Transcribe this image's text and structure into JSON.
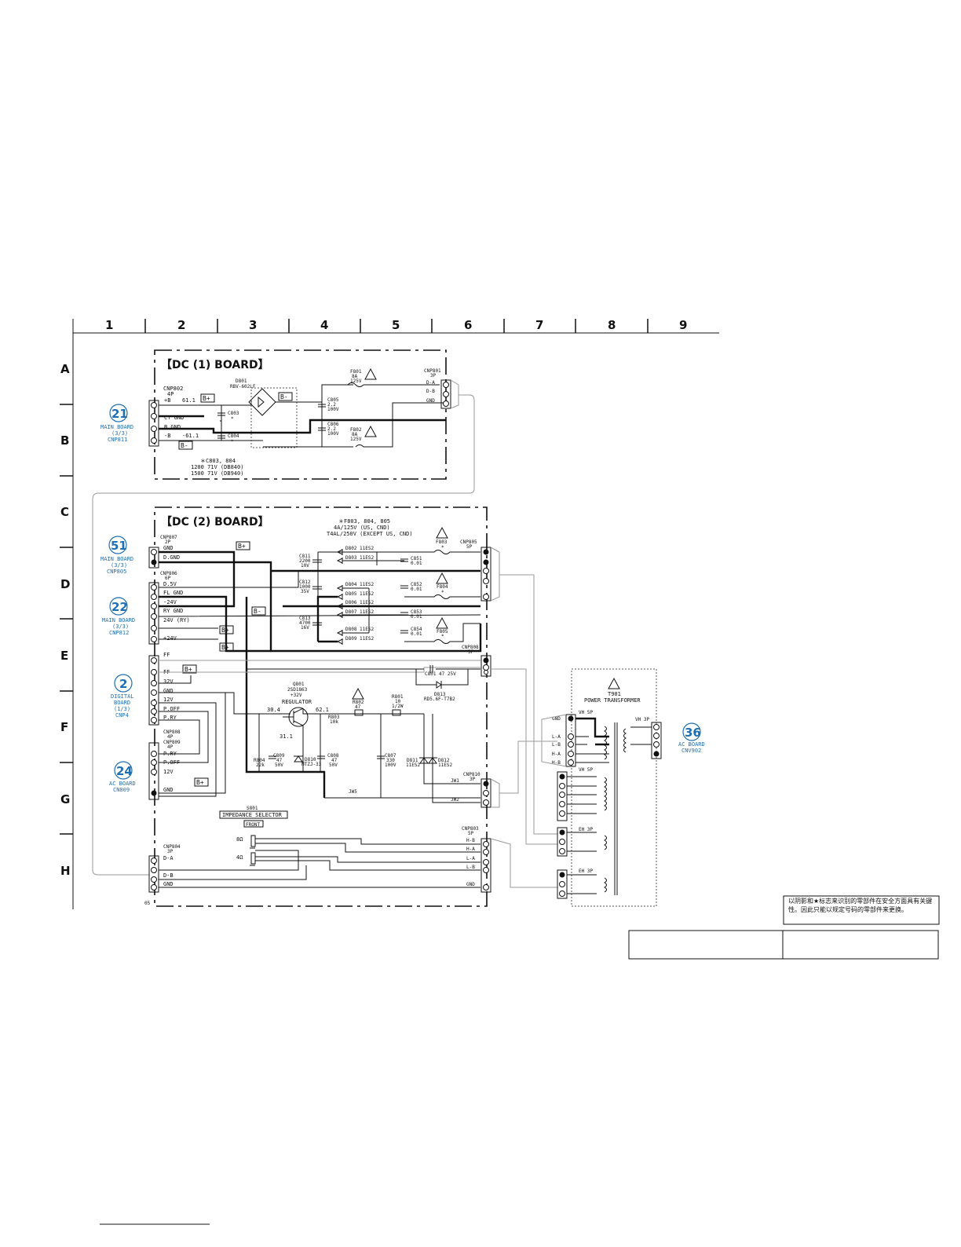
{
  "grid": {
    "columns": [
      "1",
      "2",
      "3",
      "4",
      "5",
      "6",
      "7",
      "8",
      "9"
    ],
    "rows": [
      "A",
      "B",
      "C",
      "D",
      "E",
      "F",
      "G",
      "H"
    ]
  },
  "dc1": {
    "title": "【DC (1) BOARD】",
    "cnp802": "CNP802",
    "cnp802_pins": "4P",
    "pins": [
      "+B",
      "B GND",
      "CT GND",
      "-B"
    ],
    "volt_pos": "61.1",
    "volt_neg": "-61.1",
    "bplus": "B+",
    "bminus": "B-",
    "d801": "D801",
    "d801_part": "RBV-602LF",
    "c803": "C803",
    "c804": "C804",
    "star": "*",
    "c805": "C805",
    "c805_val1": "2.2",
    "c805_val2": "100V",
    "c806": "C806",
    "c806_val1": "2.2",
    "c806_val2": "100V",
    "f801": "F801",
    "f801_v1": "8A",
    "f801_v2": "125V",
    "f802": "F802",
    "f802_v1": "8A",
    "f802_v2": "125V",
    "cnp801": "CNP801",
    "cnp801_pins": "3P",
    "cnp801_labels": [
      "D-A",
      "D-B",
      "GND"
    ],
    "note1": "＊C803, 804",
    "note2": "1200 71V (DB840)",
    "note3": "1500 71V (DB940)"
  },
  "refs": {
    "r21": {
      "num": "21",
      "l1": "MAIN BOARD",
      "l2": "(3/3)",
      "l3": "CNP811"
    },
    "r51": {
      "num": "51",
      "l1": "MAIN BOARD",
      "l2": "(3/3)",
      "l3": "CNP805"
    },
    "r22": {
      "num": "22",
      "l1": "MAIN BOARD",
      "l2": "(3/3)",
      "l3": "CNP812"
    },
    "r2": {
      "num": "2",
      "l1": "DIGITAL",
      "l2": "BOARD",
      "l3": "(1/3)",
      "l4": "CNP4"
    },
    "r24": {
      "num": "24",
      "l1": "AC BOARD",
      "l2": "CN809"
    },
    "r36": {
      "num": "36",
      "l1": "AC BOARD",
      "l2": "CNV902"
    }
  },
  "dc2": {
    "title": "【DC (2) BOARD】",
    "fuse_note1": "＊F803, 804, 805",
    "fuse_note2": "4A/125V (US, CND)",
    "fuse_note3": "T4AL/250V (EXCEPT US, CND)",
    "cnp807": "CNP807",
    "cnp807_pins": "2P",
    "cnp807_labels": [
      "GND",
      "D.GND"
    ],
    "cnp806": "CNP806",
    "cnp806_pins": "6P",
    "cnp806_labels": [
      "D.5V",
      "FL GND",
      "-24V",
      "RY GND",
      "24V (RY)",
      "+24V"
    ],
    "bplus": "B+",
    "bminus": "B-",
    "c811": "C811",
    "c811_v1": "2200",
    "c811_v2": "10V",
    "c812": "C812",
    "c812_v1": "1000",
    "c812_v2": "35V",
    "c813": "C813",
    "c813_v1": "4700",
    "c813_v2": "16V",
    "diodes": [
      "D802 11ES2",
      "D803 11ES2",
      "D804 11ES2",
      "D805 11ES2",
      "D806 11ES2",
      "D807 11ES2",
      "D808 11ES2",
      "D809 11ES2"
    ],
    "c851": "C851",
    "c851_v": "0.01",
    "c852": "C852",
    "c852_v": "0.01",
    "c853": "C853",
    "c853_v": "0.01",
    "c854": "C854",
    "c854_v": "0.01",
    "f803": "F803",
    "f804": "F804",
    "f805": "F805",
    "cnp805": "CNP805",
    "cnp805_pins": "5P",
    "cnp808": "CNP808",
    "cnp808_pins": "3P",
    "cnp4_labels": [
      "FF",
      "FF",
      "32V",
      "GND",
      "12V",
      "P.OFF",
      "P.RY"
    ],
    "c801": "C801 47 25V",
    "d813": "D813",
    "d813_part": "RD5.6F-T7B2",
    "q801": "Q801",
    "q801_part": "2SD1863",
    "q801_v": "+32V",
    "q801_name": "REGULATOR",
    "v_304": "30.4",
    "v_621": "62.1",
    "v_311": "31.1",
    "r803": "R803",
    "r803_v": "10k",
    "r802": "R802",
    "r802_v": "47",
    "r801": "R801",
    "r801_v1": "10",
    "r801_v2": "1/2W",
    "c807": "C807",
    "c807_v1": "330",
    "c807_v2": "100V",
    "d811": "D811",
    "d811_v": "11ES2",
    "d812": "D812",
    "d812_v": "11ES2",
    "cnp808b": "CNP808",
    "cnp808b_pins": "4P",
    "cnp809": "CNP809",
    "cnp809_pins": "4P",
    "cnp809_labels": [
      "P.RY",
      "P.OFF",
      "12V",
      "GND"
    ],
    "r804": "R804",
    "r804_v": "22k",
    "c809": "C809",
    "c809_v1": "47",
    "c809_v2": "50V",
    "d810": "D810",
    "d810_v": "MTZJ-33",
    "c808": "C808",
    "c808_v1": "47",
    "c808_v2": "50V",
    "jw5": "JW5",
    "jw1": "JW1",
    "jw2": "JW2",
    "cnp810": "CNP810",
    "cnp810_pins": "3P",
    "s801": "S801",
    "s801_name": "IMPEDANCE SELECTOR",
    "s801_pos": "FRONT",
    "ohm8": "8Ω",
    "ohm4": "4Ω",
    "cnp804": "CNP804",
    "cnp804_pins": "3P",
    "cnp804_labels": [
      "D-A",
      "D-B",
      "GND"
    ],
    "cnp803": "CNP803",
    "cnp803_pins": "5P",
    "cnp803_labels": [
      "H-B",
      "H-A",
      "L-A",
      "L-B",
      "GND"
    ],
    "page_code": "05"
  },
  "transformer": {
    "t901": "T901",
    "name": "POWER TRANSFORMER",
    "vh5p_a": "VH 5P",
    "vh5p_b": "VH 5P",
    "vh3p": "VH 3P",
    "eh3p_a": "EH 3P",
    "eh3p_b": "EH 3P",
    "labels": [
      "GND",
      "L-A",
      "L-B",
      "H-A",
      "H-B"
    ]
  },
  "notice": {
    "text": "以阴影和★标志来识别的零部件在安全方面具有关键性。因此只能以规定号码的零部件来更换。"
  }
}
